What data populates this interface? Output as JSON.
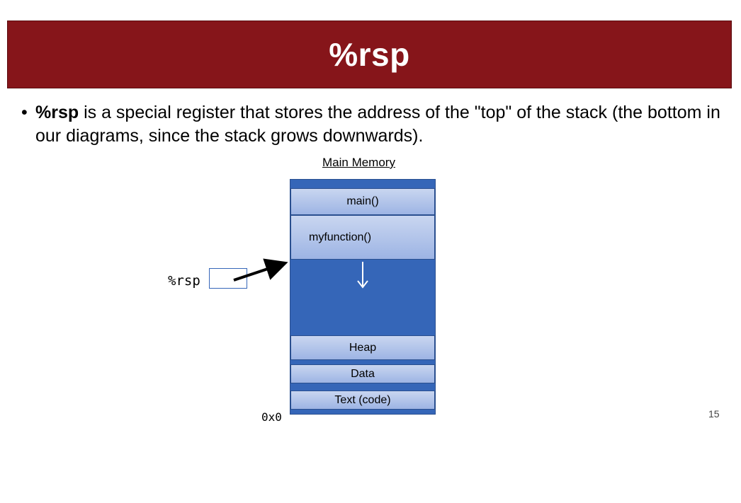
{
  "title": "%rsp",
  "bullet": {
    "bold": "%rsp",
    "rest": " is a special register that stores the address of the \"top\" of the stack (the bottom in our diagrams, since the stack grows downwards)."
  },
  "diagram": {
    "memory_label": "Main Memory",
    "segments": {
      "main": "main()",
      "myfunction": "myfunction()",
      "heap": "Heap",
      "data": "Data",
      "text": "Text (code)"
    },
    "register_label": "%rsp",
    "address_zero": "0x0",
    "colors": {
      "memory": "#3566b8",
      "title_bar": "#86151a"
    }
  },
  "page_number": "15"
}
